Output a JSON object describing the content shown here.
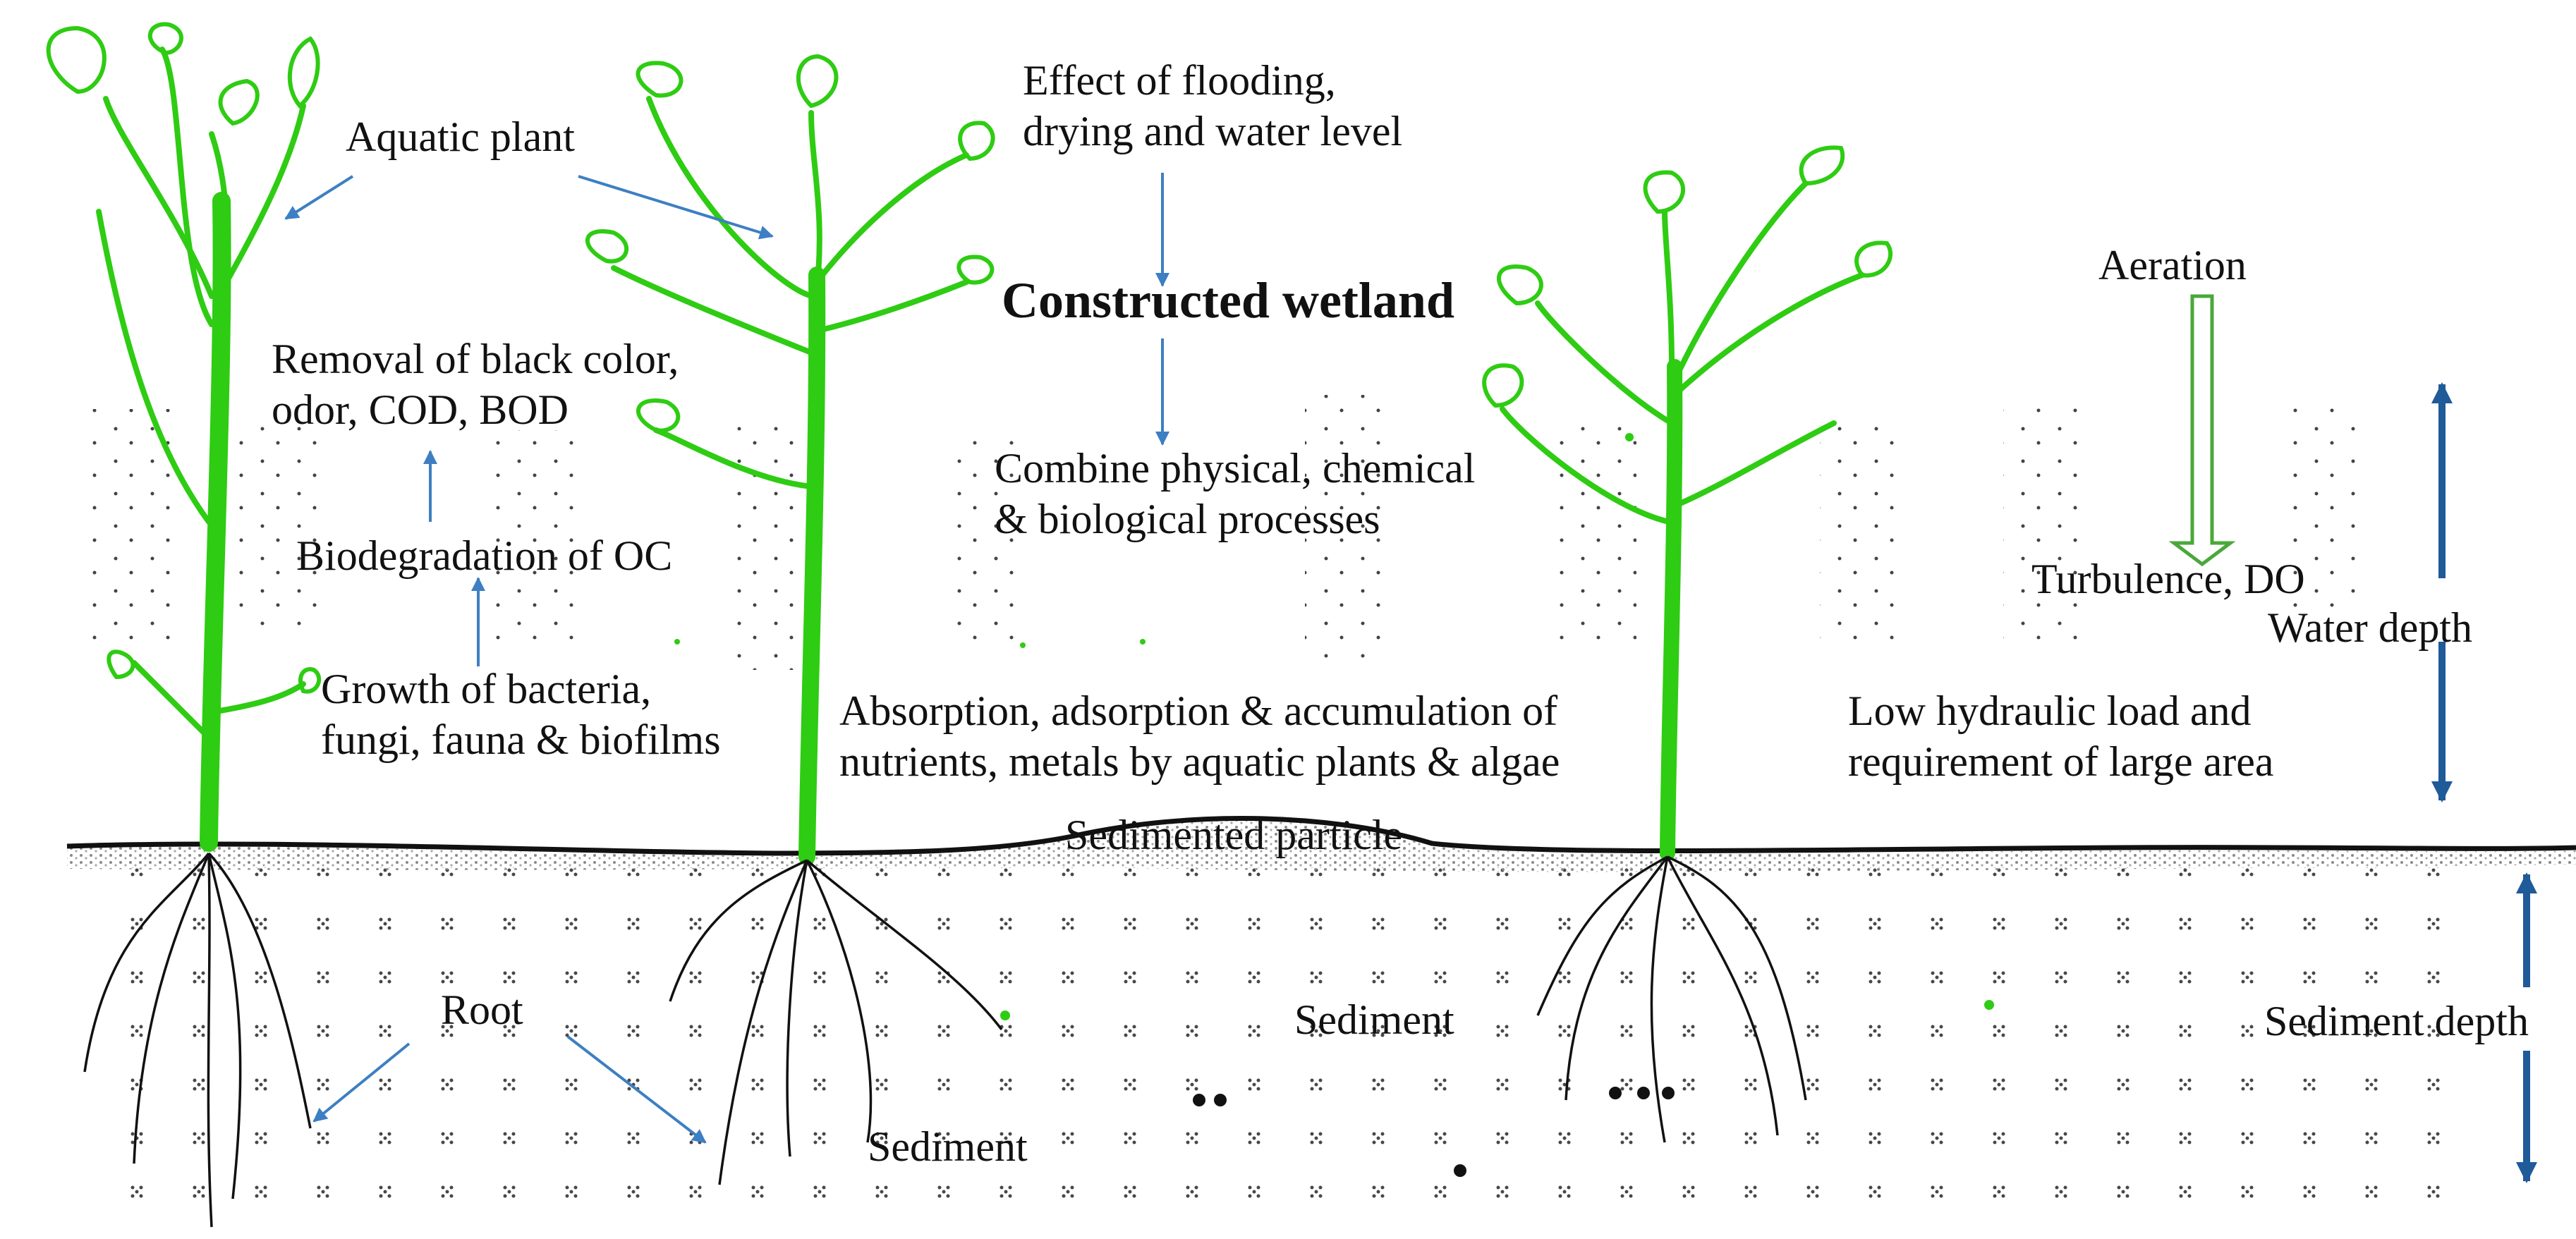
{
  "labels": {
    "aquatic_plant": "Aquatic plant",
    "flooding": "Effect of flooding,\ndrying and water level",
    "title": "Constructed wetland",
    "removal": "Removal of black color,\nodor, COD, BOD",
    "combine": "Combine physical, chemical\n& biological processes",
    "biodegradation": "Biodegradation of OC",
    "growth": "Growth of bacteria,\nfungi, fauna & biofilms",
    "absorption": "Absorption, adsorption & accumulation of\nnutrients, metals by aquatic plants & algae",
    "aeration": "Aeration",
    "turbulence": "Turbulence, DO",
    "water_depth": "Water depth",
    "hydraulic": "Low hydraulic load and\nrequirement of large area",
    "sedimented_particle": "Sedimented particle",
    "root": "Root",
    "sediment_mid": "Sediment",
    "sediment_bottom": "Sediment",
    "sediment_depth": "Sediment depth"
  },
  "colors": {
    "plant": "#2ecc12",
    "arrow": "#3d7fc2",
    "depth_arrow": "#1f5a99",
    "aeration_arrow": "#4aa83a",
    "soil_line": "#111111",
    "dots": "#222222"
  }
}
